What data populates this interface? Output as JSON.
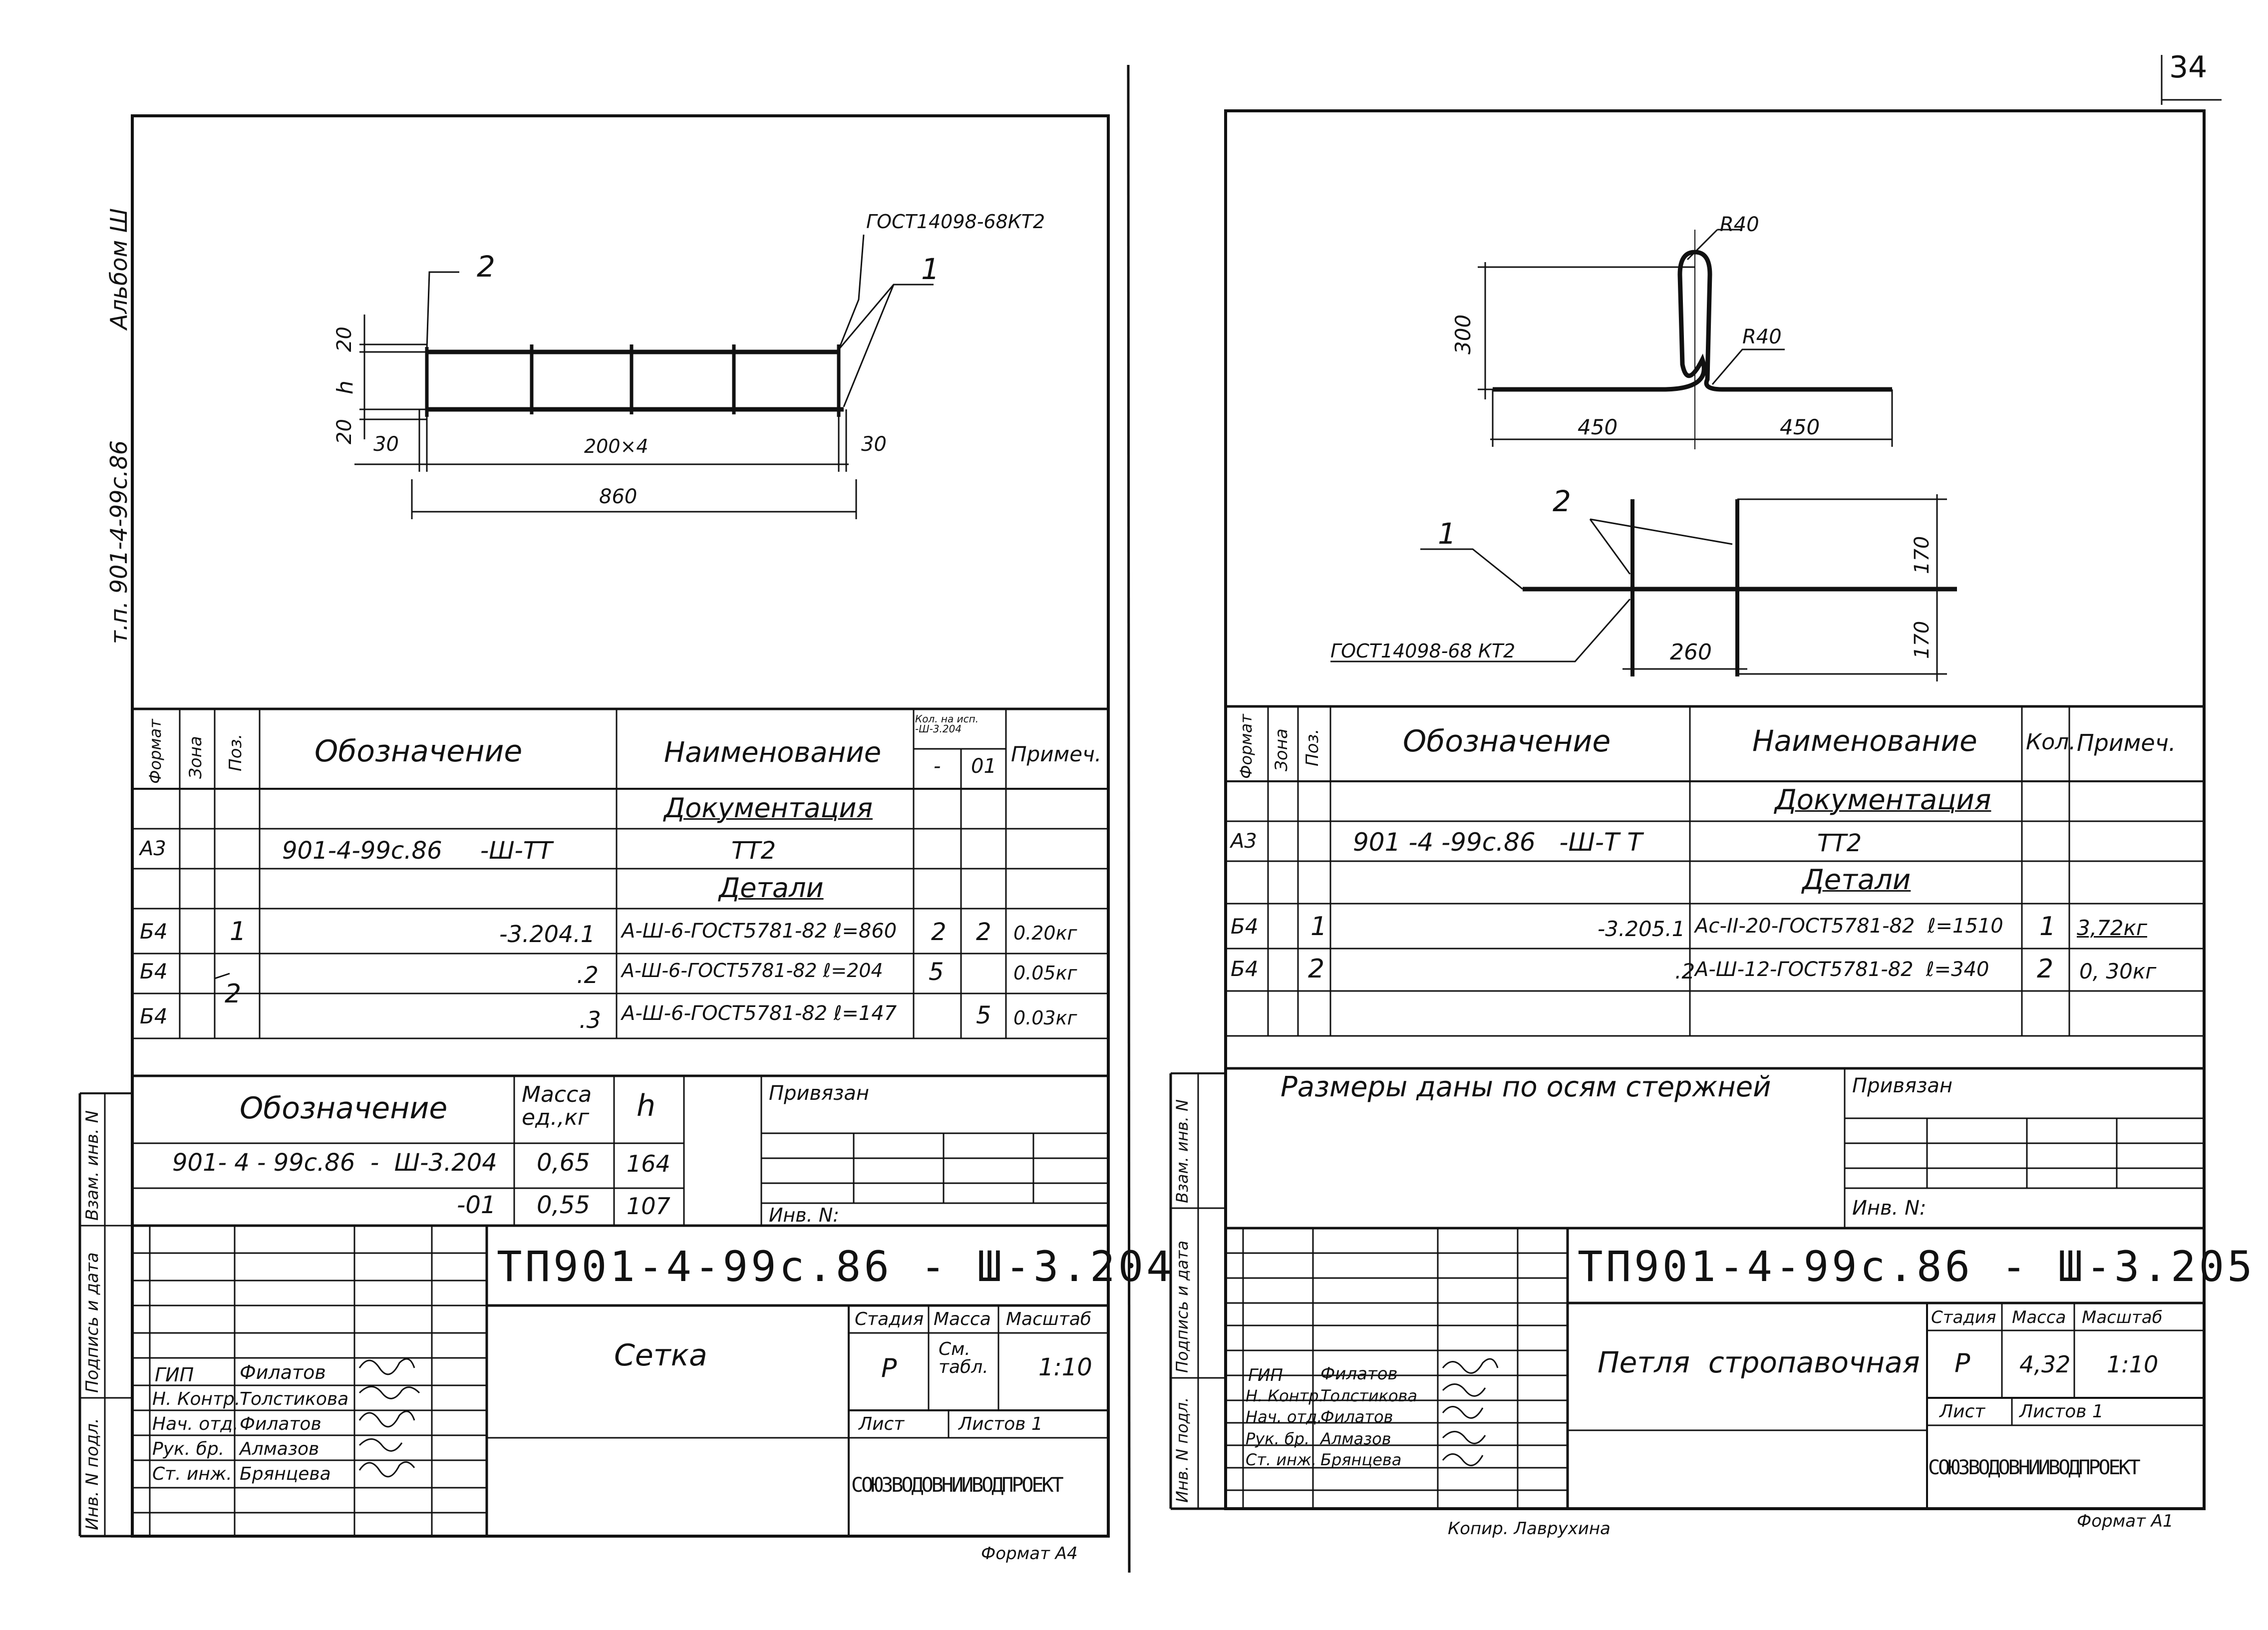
{
  "page_number": "34",
  "left_sheet": {
    "margin_album": "Альбом Ш",
    "margin_project": "т.п. 901-4-99с.86",
    "drawing": {
      "gost_label": "ГОСТ14098-68КТ2",
      "pos_1": "1",
      "pos_2": "2",
      "dim_20_top": "20",
      "dim_h": "h",
      "dim_20_bottom": "20",
      "dim_30_left": "30",
      "dim_span": "200×4",
      "dim_30_right": "30",
      "dim_total": "860"
    },
    "spec_headers": {
      "format": "Формат",
      "zone": "Зона",
      "pos": "Поз.",
      "designation": "Обозначение",
      "name": "Наименование",
      "qty_group": "Кол. на исп. -Ш-3.204",
      "qty_dash": "-",
      "qty_01": "01",
      "note": "Примеч."
    },
    "spec_sections": {
      "docs": "Документация",
      "details": "Детали"
    },
    "spec_rows": [
      {
        "format": "А3",
        "zone": "",
        "pos": "",
        "designation": "901-4-99с.86     -Ш-ТТ",
        "name": "ТТ2",
        "q1": "",
        "q2": "",
        "note": ""
      },
      {
        "format": "Б4",
        "zone": "",
        "pos": "1",
        "designation": "-3.204.1",
        "name": "А-Ш-6-ГОСТ5781-82 ℓ=860",
        "q1": "2",
        "q2": "2",
        "note": "0.20кг"
      },
      {
        "format": "Б4",
        "zone": "",
        "pos": "2",
        "designation": ".2",
        "name": "А-Ш-6-ГОСТ5781-82 ℓ=204",
        "q1": "5",
        "q2": "",
        "note": "0.05кг"
      },
      {
        "format": "Б4",
        "zone": "",
        "pos": "",
        "designation": ".3",
        "name": "А-Ш-6-ГОСТ5781-82 ℓ=147",
        "q1": "",
        "q2": "5",
        "note": "0.03кг"
      }
    ],
    "variant_table": {
      "h_designation": "Обозначение",
      "h_mass": "Масса ед.,кг",
      "h_h": "h",
      "rows": [
        {
          "designation": "901- 4 - 99с.86  -  Ш-3.204",
          "mass": "0,65",
          "h": "164"
        },
        {
          "designation": "-01",
          "mass": "0,55",
          "h": "107"
        }
      ]
    },
    "privyazan": "Привязан",
    "inv_no": "Инв. N:",
    "code": "ТП901-4-99с.86 - Ш-3.204",
    "title": "Сетка",
    "stage_label": "Стадия",
    "mass_label": "Масса",
    "scale_label": "Масштаб",
    "stage": "Р",
    "mass": "См. табл.",
    "scale": "1:10",
    "sheet_label": "Лист",
    "sheets_label": "Листов 1",
    "org": "СОЮЗВОДОВНИИВОДПРОЕКТ",
    "signers": [
      {
        "role": "ГИП",
        "name": "Филатов"
      },
      {
        "role": "Н. Контр.",
        "name": "Толстикова"
      },
      {
        "role": "Нач. отд.",
        "name": "Филатов"
      },
      {
        "role": "Рук. бр.",
        "name": "Алмазов"
      },
      {
        "role": "Ст. инж.",
        "name": "Брянцева"
      }
    ],
    "stamp_cols": [
      "Инв. N подл.",
      "Подпись и дата",
      "Взам. инв. N"
    ],
    "format": "Формат А4"
  },
  "right_sheet": {
    "drawing": {
      "r40_top": "R40",
      "r40_side": "R40",
      "dim_300": "300",
      "dim_450_left": "450",
      "dim_450_right": "450",
      "pos_2": "2",
      "pos_1": "1",
      "dim_170_top": "170",
      "dim_170_bottom": "170",
      "dim_260": "260",
      "gost_label": "ГОСТ14098-68 КТ2"
    },
    "spec_headers": {
      "format": "Формат",
      "zone": "Зона",
      "pos": "Поз.",
      "designation": "Обозначение",
      "name": "Наименование",
      "qty": "Кол.",
      "note": "Примеч."
    },
    "spec_sections": {
      "docs": "Документация",
      "details": "Детали"
    },
    "spec_rows": [
      {
        "format": "А3",
        "zone": "",
        "pos": "",
        "designation": "901 -4 -99с.86   -Ш-Т Т",
        "name": "ТТ2",
        "qty": "",
        "note": ""
      },
      {
        "format": "Б4",
        "zone": "",
        "pos": "1",
        "designation": "-3.205.1",
        "name": "Ас-II-20-ГОСТ5781-82  ℓ=1510",
        "qty": "1",
        "note": "3,72кг"
      },
      {
        "format": "Б4",
        "zone": "",
        "pos": "2",
        "designation": ".2",
        "name": "А-Ш-12-ГОСТ5781-82  ℓ=340",
        "qty": "2",
        "note": "0, 30кг"
      }
    ],
    "note_text": "Размеры даны по осям стержней",
    "privyazan": "Привязан",
    "inv_no": "Инв. N:",
    "code": "ТП901-4-99с.86 - Ш-3.205",
    "title": "Петля  стропавочная",
    "stage_label": "Стадия",
    "mass_label": "Масса",
    "scale_label": "Масштаб",
    "stage": "Р",
    "mass": "4,32",
    "scale": "1:10",
    "sheet_label": "Лист",
    "sheets_label": "Листов 1",
    "org": "СОЮЗВОДОВНИИВОДПРОЕКТ",
    "signers": [
      {
        "role": "ГИП",
        "name": "Филатов"
      },
      {
        "role": "Н. Контр.",
        "name": "Толстикова"
      },
      {
        "role": "Нач. отд.",
        "name": "Филатов"
      },
      {
        "role": "Рук. бр.",
        "name": "Алмазов"
      },
      {
        "role": "Ст. инж.",
        "name": "Брянцева"
      }
    ],
    "stamp_cols": [
      "Инв. N подл.",
      "Подпись и дата",
      "Взам. инв. N"
    ],
    "copied_by": "Копир. Лаврухина",
    "format": "Формат А1"
  }
}
